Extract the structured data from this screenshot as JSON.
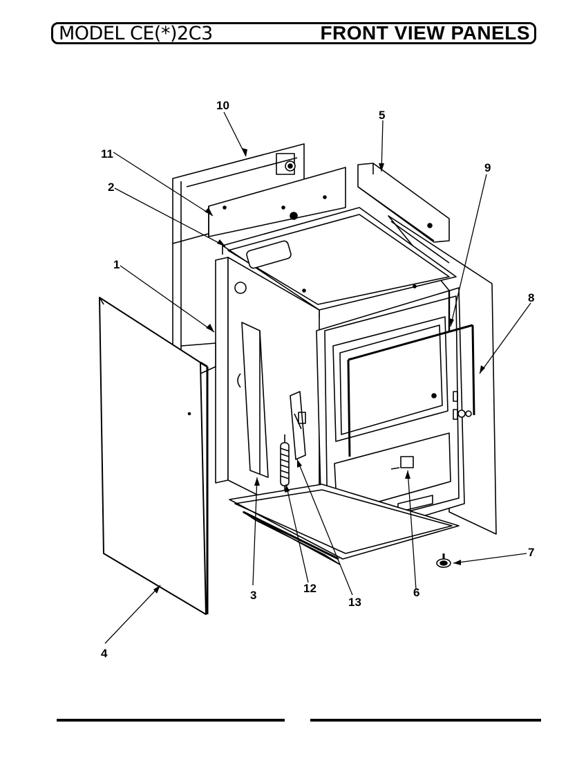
{
  "title": {
    "model": "MODEL CE(*)2C3",
    "section": "FRONT VIEW PANELS"
  },
  "callouts": [
    "1",
    "2",
    "3",
    "4",
    "5",
    "6",
    "7",
    "8",
    "9",
    "10",
    "11",
    "12",
    "13"
  ]
}
